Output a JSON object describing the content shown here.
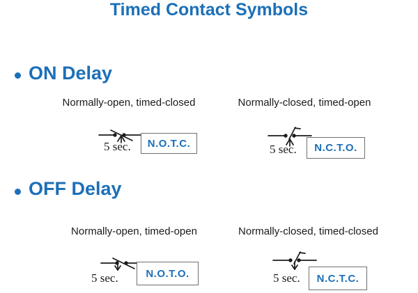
{
  "title": "Timed Contact Symbols",
  "colors": {
    "accent": "#1c6fb8",
    "ink": "#1a1a1a",
    "box-border": "#707070"
  },
  "sections": [
    {
      "heading": "ON Delay",
      "items": [
        {
          "caption": "Normally-open, timed-closed",
          "delay": "5 sec.",
          "abbr": "N.O.T.C.",
          "symbol": "normally-open-timed-closed-contact"
        },
        {
          "caption": "Normally-closed, timed-open",
          "delay": "5 sec.",
          "abbr": "N.C.T.O.",
          "symbol": "normally-closed-timed-open-contact"
        }
      ]
    },
    {
      "heading": "OFF Delay",
      "items": [
        {
          "caption": "Normally-open, timed-open",
          "delay": "5 sec.",
          "abbr": "N.O.T.O.",
          "symbol": "normally-open-timed-open-contact"
        },
        {
          "caption": "Normally-closed, timed-closed",
          "delay": "5 sec.",
          "abbr": "N.C.T.C.",
          "symbol": "normally-closed-timed-closed-contact"
        }
      ]
    }
  ]
}
